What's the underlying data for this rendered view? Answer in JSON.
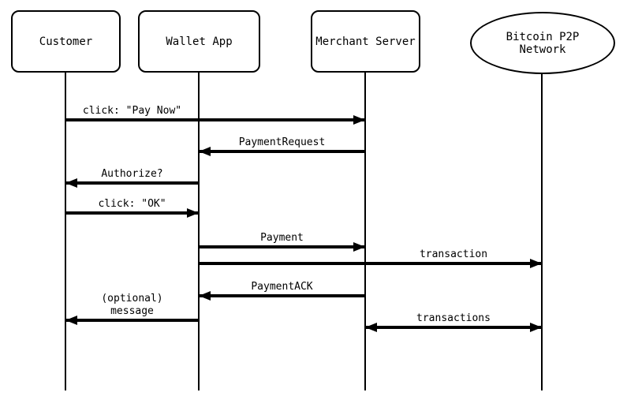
{
  "diagram": {
    "title": "payment-protocol-sequence-diagram",
    "background_color": "#ffffff",
    "stroke_color": "#000000"
  },
  "actors": [
    {
      "id": "customer",
      "label": "Customer",
      "shape": "rounded-rect"
    },
    {
      "id": "wallet-app",
      "label": "Wallet App",
      "shape": "rounded-rect"
    },
    {
      "id": "merchant-server",
      "label": "Merchant Server",
      "shape": "rounded-rect"
    },
    {
      "id": "bitcoin-p2p-network",
      "label": "Bitcoin P2P\nNetwork",
      "shape": "ellipse"
    }
  ],
  "messages": [
    {
      "label": "click: \"Pay Now\"",
      "from": "customer",
      "to": "merchant-server",
      "direction": "right"
    },
    {
      "label": "PaymentRequest",
      "from": "merchant-server",
      "to": "wallet-app",
      "direction": "left"
    },
    {
      "label": "Authorize?",
      "from": "wallet-app",
      "to": "customer",
      "direction": "left"
    },
    {
      "label": "click: \"OK\"",
      "from": "customer",
      "to": "wallet-app",
      "direction": "right"
    },
    {
      "label": "Payment",
      "from": "wallet-app",
      "to": "merchant-server",
      "direction": "right"
    },
    {
      "label": "transaction",
      "from": "wallet-app",
      "to": "bitcoin-p2p-network",
      "direction": "right"
    },
    {
      "label": "PaymentACK",
      "from": "merchant-server",
      "to": "wallet-app",
      "direction": "left"
    },
    {
      "label": "(optional)\nmessage",
      "from": "wallet-app",
      "to": "customer",
      "direction": "left"
    },
    {
      "label": "transactions",
      "from": "merchant-server",
      "to": "bitcoin-p2p-network",
      "direction": "both"
    }
  ]
}
